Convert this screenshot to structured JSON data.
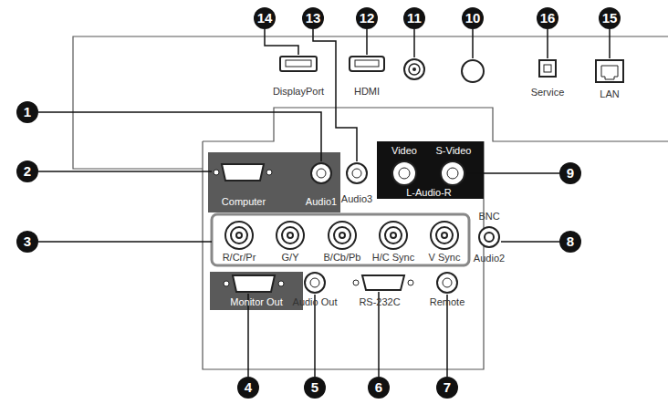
{
  "diagram": {
    "labels": [
      "14",
      "13",
      "12",
      "11",
      "10",
      "16",
      "15",
      "1",
      "2",
      "9",
      "3",
      "8",
      "4",
      "5",
      "6",
      "7",
      "DisplayPort",
      "HDMI",
      "Video",
      "S-Video",
      "Service",
      "LAN",
      "Computer",
      "Audio1",
      "Audio3",
      "L-Audio-R",
      "R/Cr/Pr",
      "G/Y",
      "B/Cb/Pb",
      "H/C Sync",
      "V Sync",
      "BNC",
      "Audio2",
      "Monitor Out",
      "Audio Out",
      "RS-232C",
      "Remote"
    ]
  }
}
